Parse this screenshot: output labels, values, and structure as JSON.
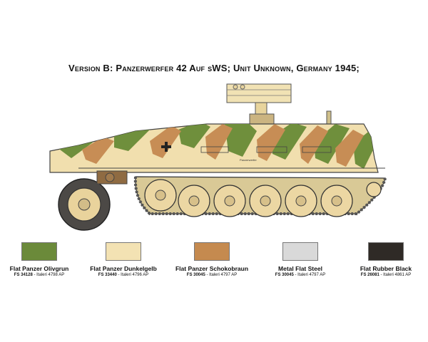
{
  "title": "Version  B: Panzerwerfer 42 Auf sWS; Unit Unknown, Germany 1945;",
  "colors": [
    {
      "name": "Flat Panzer Olivgrun",
      "fs": "FS 34128",
      "italeri": "- Italeri 4798 AP",
      "hex": "#6b8a3a"
    },
    {
      "name": "Flat Panzer Dunkelgelb",
      "fs": "FS 33440",
      "italeri": "- Italeri 4796 AP",
      "hex": "#f3e2b3"
    },
    {
      "name": "Flat Panzer Schokobraun",
      "fs": "FS 30045",
      "italeri": "- Italeri 4797 AP",
      "hex": "#c58a4f"
    },
    {
      "name": "Metal Flat Steel",
      "fs": "FS 30045",
      "italeri": "- Italeri 4797 AP",
      "hex": "#d9d9d9"
    },
    {
      "name": "Flat Rubber Black",
      "fs": "FS 26081",
      "italeri": "- Italeri 4861 AP",
      "hex": "#2f2a26"
    }
  ],
  "vehicle": {
    "hull_plate_text": "Panzerwerfer"
  }
}
